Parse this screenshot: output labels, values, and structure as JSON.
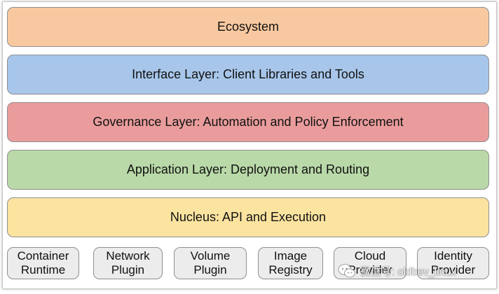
{
  "layers": {
    "ecosystem": {
      "label": "Ecosystem",
      "color": "#f8c9a0"
    },
    "interface": {
      "label": "Interface Layer: Client Libraries and Tools",
      "color": "#a8c6ea"
    },
    "governance": {
      "label": "Governance Layer: Automation and Policy Enforcement",
      "color": "#ea9c9c"
    },
    "application": {
      "label": "Application Layer: Deployment and Routing",
      "color": "#b9d9a8"
    },
    "nucleus": {
      "label": "Nucleus: API and Execution",
      "color": "#fbe3a0"
    }
  },
  "plugins": [
    {
      "line1": "Container",
      "line2": "Runtime"
    },
    {
      "line1": "Network",
      "line2": "Plugin"
    },
    {
      "line1": "Volume",
      "line2": "Plugin"
    },
    {
      "line1": "Image",
      "line2": "Registry"
    },
    {
      "line1": "Cloud",
      "line2": "Provider"
    },
    {
      "line1": "Identity",
      "line2": "Provider"
    }
  ],
  "watermark": {
    "text": "微信号: oldbev_linux"
  }
}
